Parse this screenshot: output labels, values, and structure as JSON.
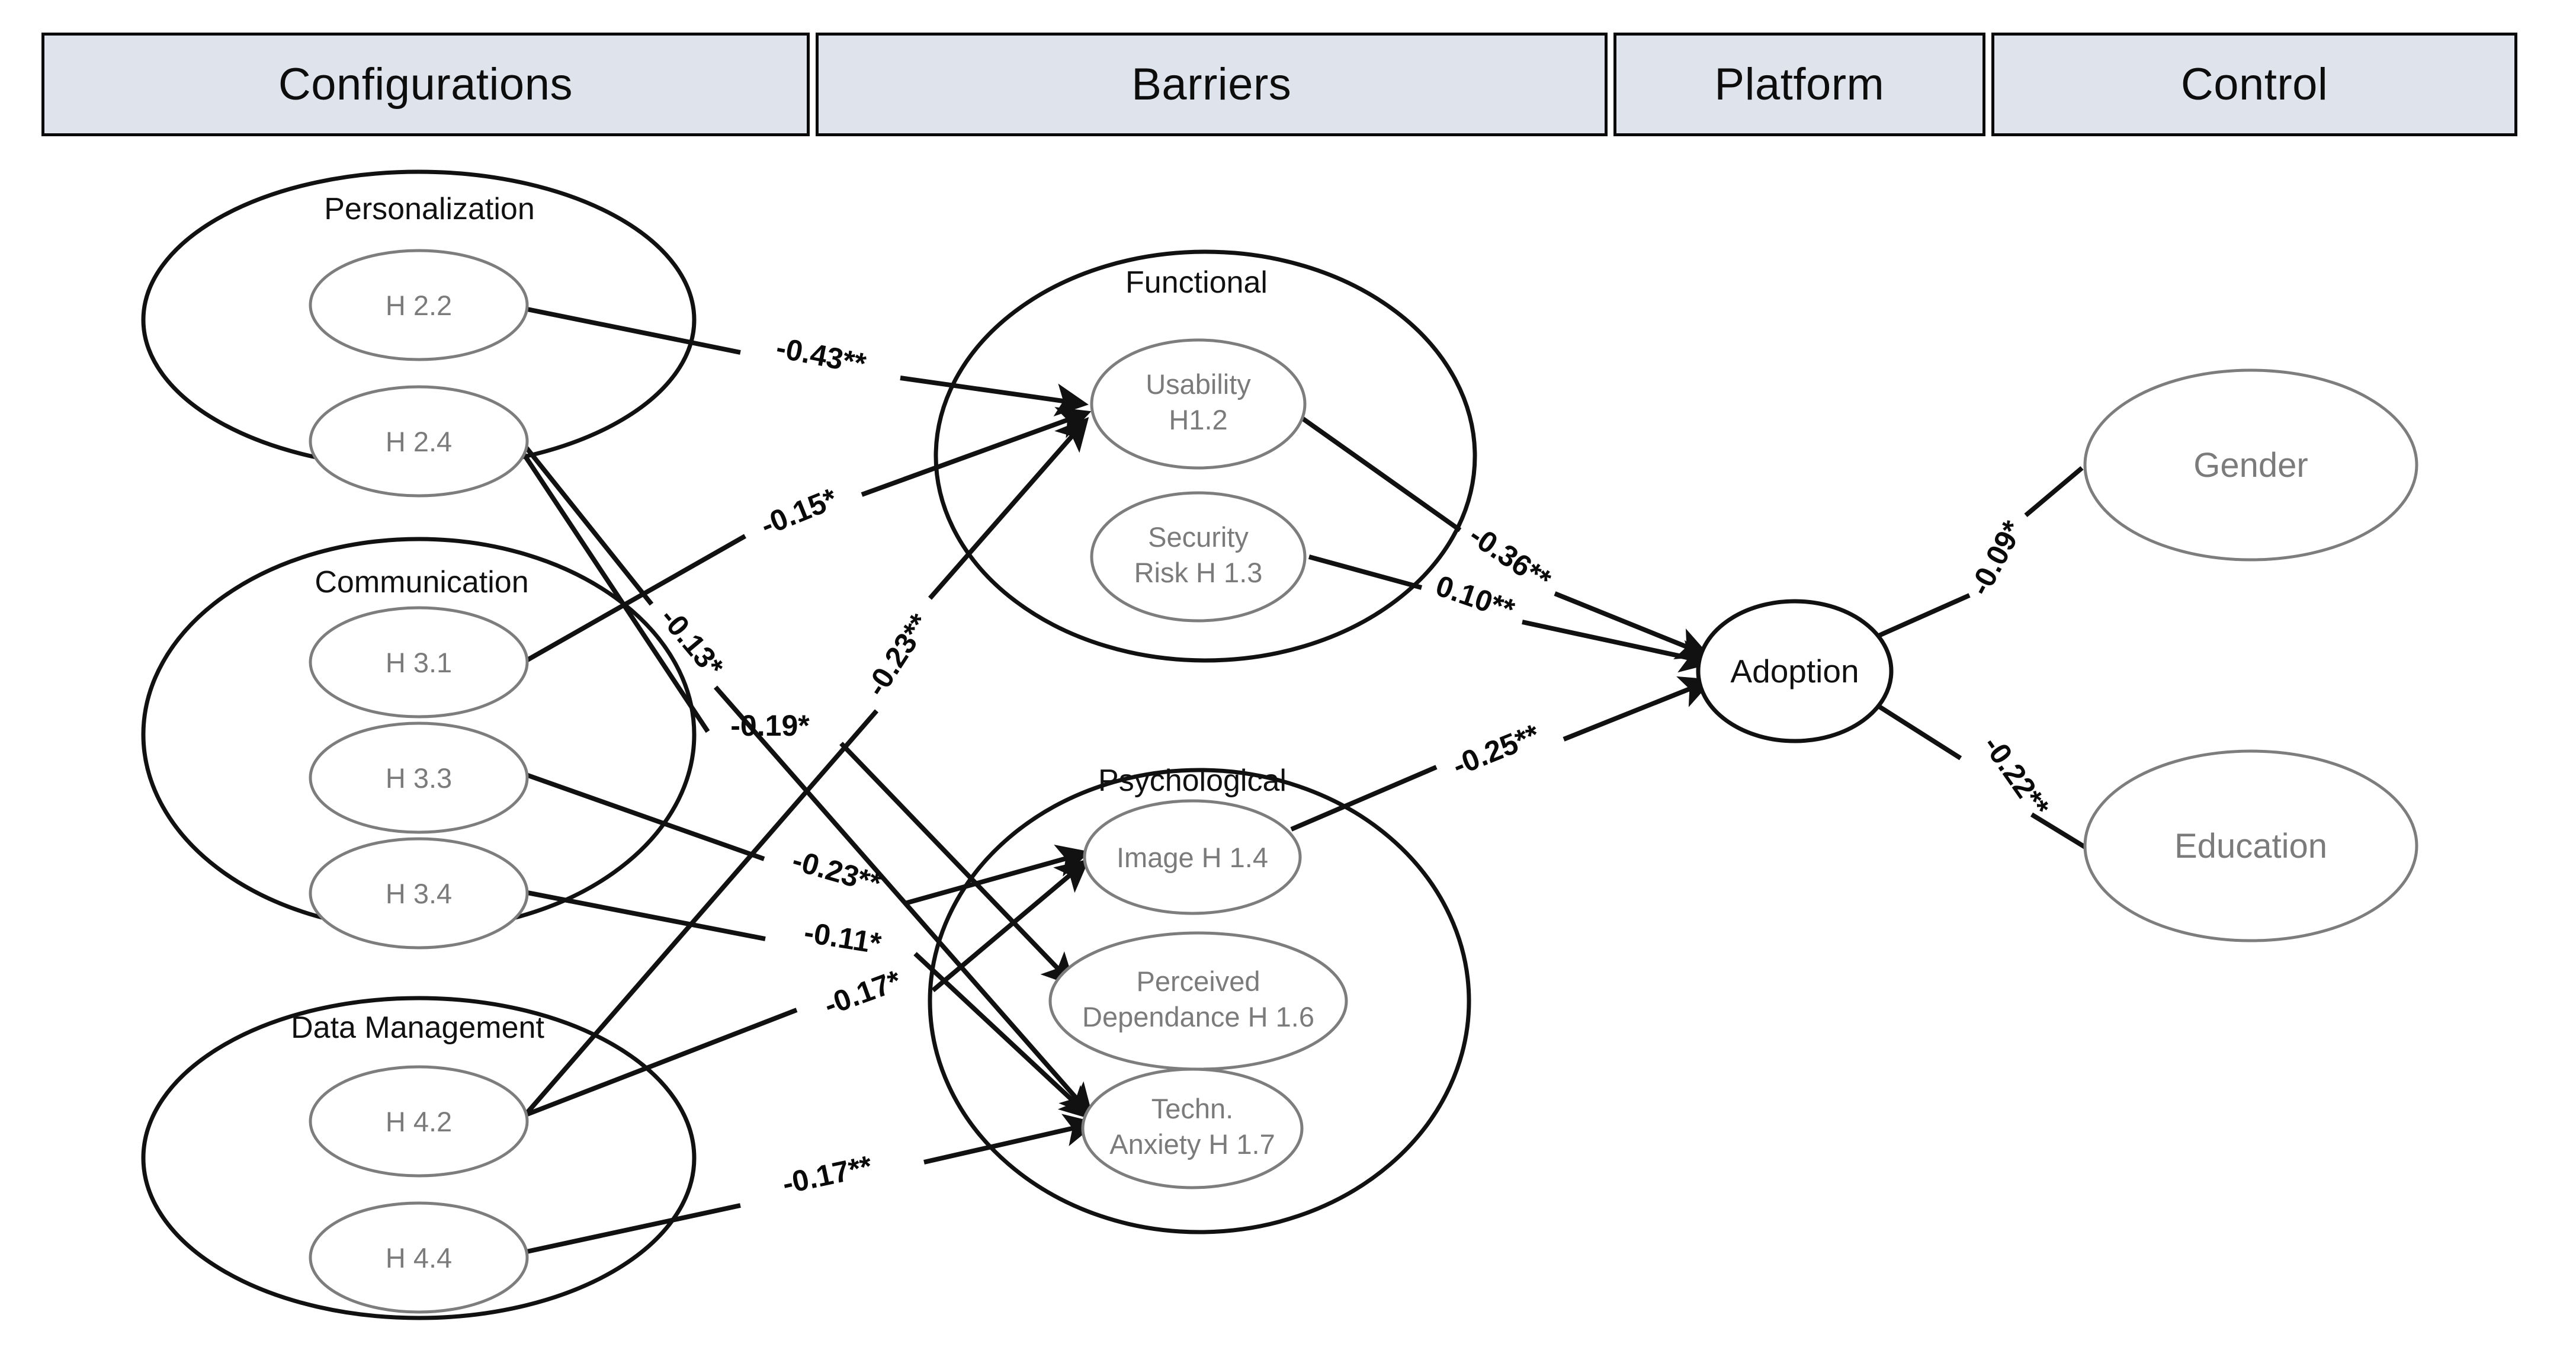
{
  "header": {
    "columns": [
      {
        "id": "configurations",
        "label": "Configurations"
      },
      {
        "id": "barriers",
        "label": "Barriers"
      },
      {
        "id": "platform",
        "label": "Platform"
      },
      {
        "id": "control",
        "label": "Control"
      }
    ]
  },
  "clusters": {
    "personalization": {
      "label": "Personalization"
    },
    "communication": {
      "label": "Communication"
    },
    "data_management": {
      "label": "Data Management"
    },
    "functional": {
      "label": "Functional"
    },
    "psychological": {
      "label": "Psychological"
    }
  },
  "nodes": {
    "h22": {
      "label": "H 2.2"
    },
    "h24": {
      "label": "H 2.4"
    },
    "h31": {
      "label": "H 3.1"
    },
    "h33": {
      "label": "H 3.3"
    },
    "h34": {
      "label": "H 3.4"
    },
    "h42": {
      "label": "H 4.2"
    },
    "h44": {
      "label": "H 4.4"
    },
    "usability": {
      "line1": "Usability",
      "line2": "H1.2"
    },
    "security": {
      "line1": "Security",
      "line2": "Risk H 1.3"
    },
    "image": {
      "line1": "Image H 1.4"
    },
    "dependance": {
      "line1": "Perceived",
      "line2": "Dependance H 1.6"
    },
    "anxiety": {
      "line1": "Techn.",
      "line2": "Anxiety H 1.7"
    },
    "adoption": {
      "label": "Adoption"
    },
    "gender": {
      "label": "Gender"
    },
    "education": {
      "label": "Education"
    }
  },
  "chart_data": {
    "type": "diagram",
    "title": "",
    "diagram_kind": "structural-equation-path-model",
    "columns": [
      "Configurations",
      "Barriers",
      "Platform",
      "Control"
    ],
    "groups": [
      {
        "name": "Personalization",
        "column": "Configurations",
        "members": [
          "H 2.2",
          "H 2.4"
        ]
      },
      {
        "name": "Communication",
        "column": "Configurations",
        "members": [
          "H 3.1",
          "H 3.3",
          "H 3.4"
        ]
      },
      {
        "name": "Data Management",
        "column": "Configurations",
        "members": [
          "H 4.2",
          "H 4.4"
        ]
      },
      {
        "name": "Functional",
        "column": "Barriers",
        "members": [
          "Usability H1.2",
          "Security Risk H 1.3"
        ]
      },
      {
        "name": "Psychological",
        "column": "Barriers",
        "members": [
          "Image H 1.4",
          "Perceived Dependance H 1.6",
          "Techn. Anxiety H 1.7"
        ]
      },
      {
        "name": "Platform",
        "column": "Platform",
        "members": [
          "Adoption"
        ]
      },
      {
        "name": "Control",
        "column": "Control",
        "members": [
          "Gender",
          "Education"
        ]
      }
    ],
    "edges": [
      {
        "id": "e1",
        "from": "H 2.2",
        "to": "Usability H1.2",
        "coefficient": -0.43,
        "significance": "**",
        "label": "-0.43**"
      },
      {
        "id": "e2",
        "from": "H 3.1",
        "to": "Usability H1.2",
        "coefficient": -0.15,
        "significance": "*",
        "label": "-0.15*"
      },
      {
        "id": "e3",
        "from": "H 4.2",
        "to": "Usability H1.2",
        "coefficient": -0.23,
        "significance": "**",
        "label": "-0.23**"
      },
      {
        "id": "e4",
        "from": "H 2.4",
        "to": "Techn. Anxiety H 1.7",
        "coefficient": -0.13,
        "significance": "*",
        "label": "-0.13*"
      },
      {
        "id": "e5",
        "from": "H 2.4",
        "to": "Perceived Dependance H 1.6",
        "coefficient": -0.19,
        "significance": "*",
        "label": "-0.19*"
      },
      {
        "id": "e6",
        "from": "H 3.3",
        "to": "Image H 1.4",
        "coefficient": -0.23,
        "significance": "**",
        "label": "-0.23**"
      },
      {
        "id": "e7",
        "from": "H 3.4",
        "to": "Techn. Anxiety H 1.7",
        "coefficient": -0.11,
        "significance": "*",
        "label": "-0.11*"
      },
      {
        "id": "e8",
        "from": "H 4.2",
        "to": "Image H 1.4",
        "coefficient": -0.17,
        "significance": "*",
        "label": "-0.17*"
      },
      {
        "id": "e9",
        "from": "H 4.4",
        "to": "Techn. Anxiety H 1.7",
        "coefficient": -0.17,
        "significance": "**",
        "label": "-0.17**"
      },
      {
        "id": "e10",
        "from": "Usability H1.2",
        "to": "Adoption",
        "coefficient": -0.36,
        "significance": "**",
        "label": "-0.36**"
      },
      {
        "id": "e11",
        "from": "Security Risk H 1.3",
        "to": "Adoption",
        "coefficient": 0.1,
        "significance": "**",
        "label": "0.10**"
      },
      {
        "id": "e12",
        "from": "Image H 1.4",
        "to": "Adoption",
        "coefficient": -0.25,
        "significance": "**",
        "label": "-0.25**"
      },
      {
        "id": "e13",
        "from": "Gender",
        "to": "Adoption",
        "coefficient": -0.09,
        "significance": "*",
        "label": "-0.09*"
      },
      {
        "id": "e14",
        "from": "Education",
        "to": "Adoption",
        "coefficient": -0.22,
        "significance": "**",
        "label": "-0.22**"
      }
    ]
  },
  "coefficients": {
    "c_043": "-0.43**",
    "c_015": "-0.15*",
    "c_013": "-0.13*",
    "c_019": "-0.19*",
    "c_023a": "-0.23**",
    "c_023b": "-0.23**",
    "c_011": "-0.11*",
    "c_017a": "-0.17*",
    "c_017b": "-0.17**",
    "c_036": "-0.36**",
    "c_010": "0.10**",
    "c_025": "-0.25**",
    "c_009": "-0.09*",
    "c_022": "-0.22**"
  },
  "colors": {
    "header_fill": "#dfe3ec",
    "header_border": "#0a0a0a",
    "cluster_stroke": "#111111",
    "node_stroke": "#7d7d7d",
    "node_text": "#7b7b7b",
    "line": "#111111"
  }
}
